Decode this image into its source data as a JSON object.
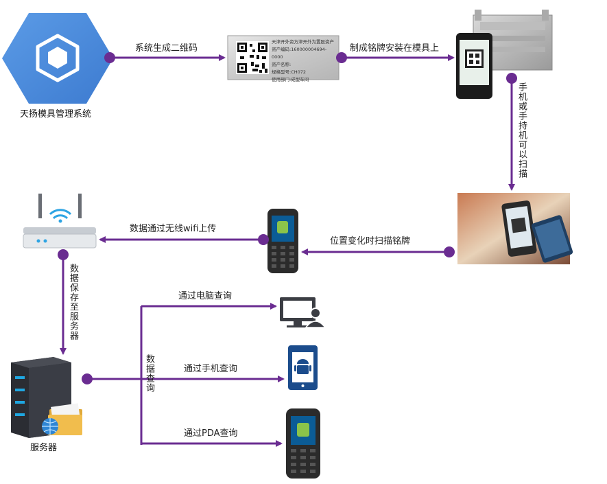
{
  "colors": {
    "arrow": "#6a2c91",
    "hex_blue": "#4a89dc",
    "server_dark": "#2b2d33",
    "server_light": "#1fa7e1"
  },
  "system": {
    "caption": "天扬模具管理系统",
    "icon": "cube-hexagon-icon"
  },
  "qr_plate": {
    "lines": [
      "天津开外资方津开外为置股资产",
      "资产编码:160000004694-0000",
      "资产名称:",
      "规格型号:CH072",
      "使用部门:成型车间"
    ]
  },
  "edges": {
    "generate": "系统生成二维码",
    "install": "制成铭牌安装在模具上",
    "scan_phone": "手机或手持机可以扫描",
    "scan_move": "位置变化时扫描铭牌",
    "upload": "数据通过无线wifi上传",
    "save": "数据保存至服务器",
    "query": "数据查询",
    "via_pc": "通过电脑查询",
    "via_phone": "通过手机查询",
    "via_pda": "通过PDA查询"
  },
  "server": {
    "caption": "服务器"
  }
}
